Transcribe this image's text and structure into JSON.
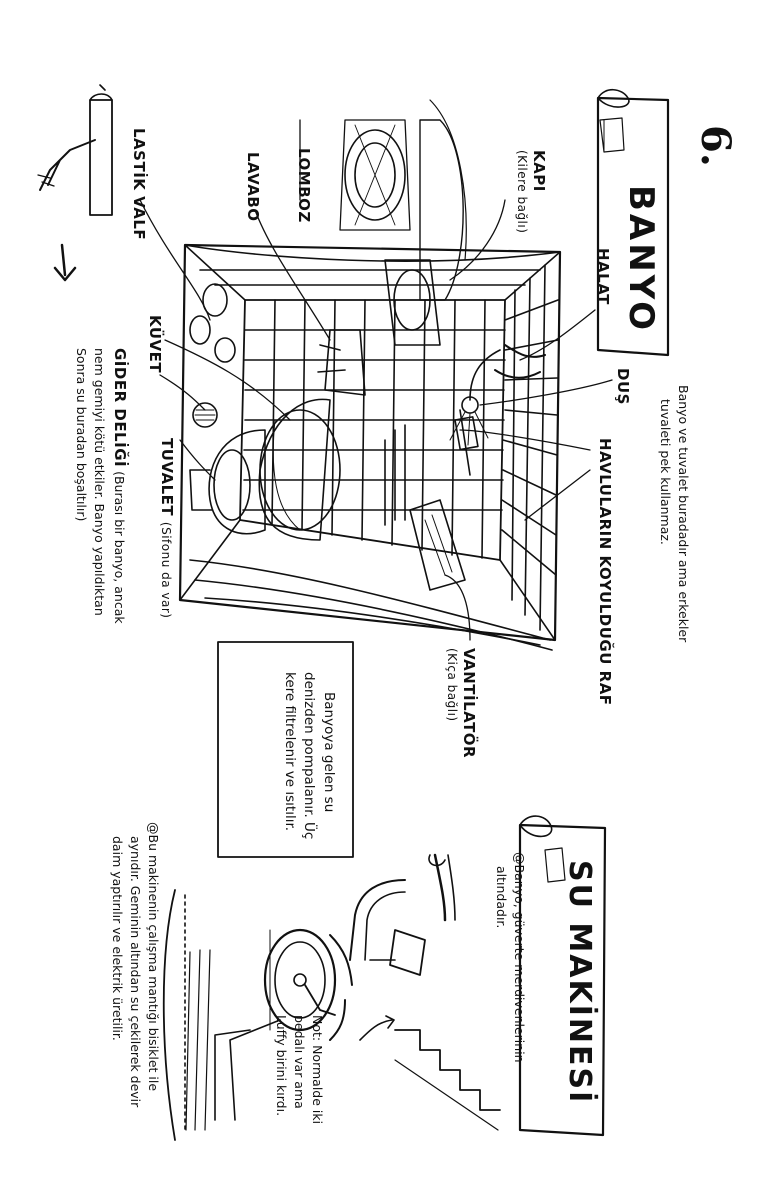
{
  "page": {
    "number": "6.",
    "banner": "BANYO",
    "note_at": "@",
    "note_banyo": [
      "Banyo ve tuvalet buradadır ama erkekler",
      "tuvaleti pek kullanmaz."
    ]
  },
  "labels": {
    "kapi": "KAPI",
    "kapi_sub": "(Kilere bağlı)",
    "lomboz": "LOMBOZ",
    "lavabo": "LAVABO",
    "lastik_valf": "LASTİK VALF",
    "kuvet": "KÜVET",
    "halat": "HALAT",
    "dus": "DUŞ",
    "havlu_raf": "HAVLULARIN KOYULDUĞU RAF",
    "vantilator": "VANTİLATÖR",
    "vantilator_sub": "(Kiça bağlı)",
    "tuvalet": "TUVALET",
    "tuvalet_sub": "(Sifonu da var)",
    "gider": "GİDER DELİĞİ",
    "gider_note": [
      "(Burası bir banyo, ancak",
      "nem gemiyi kötü etkiler. Banyo yapıldıktan",
      "Sonra su buradan boşaltılır)"
    ]
  },
  "box_note": [
    "Banyoya gelen su",
    "denizden pompalanır. Üç",
    "kere filtrelenir ve ısıtılır."
  ],
  "machine": {
    "banner": "SU MAKİNESİ",
    "location_note": [
      "@Banyo, güverte merdivenlerinin",
      "altındadır."
    ],
    "side_note": [
      "Not: Normalde iki",
      "pedalı var ama",
      "Luffy birini kırdı."
    ],
    "bottom_note": [
      "@Bu makinenin çalışma mantığı bisiklet ile",
      "aynıdır. Geminin altından su çekilerek devir",
      "daim yaptırılır ve elektrik üretilir."
    ]
  },
  "colors": {
    "ink": "#111111",
    "paper": "#ffffff",
    "grey": "#9a9a9a"
  }
}
